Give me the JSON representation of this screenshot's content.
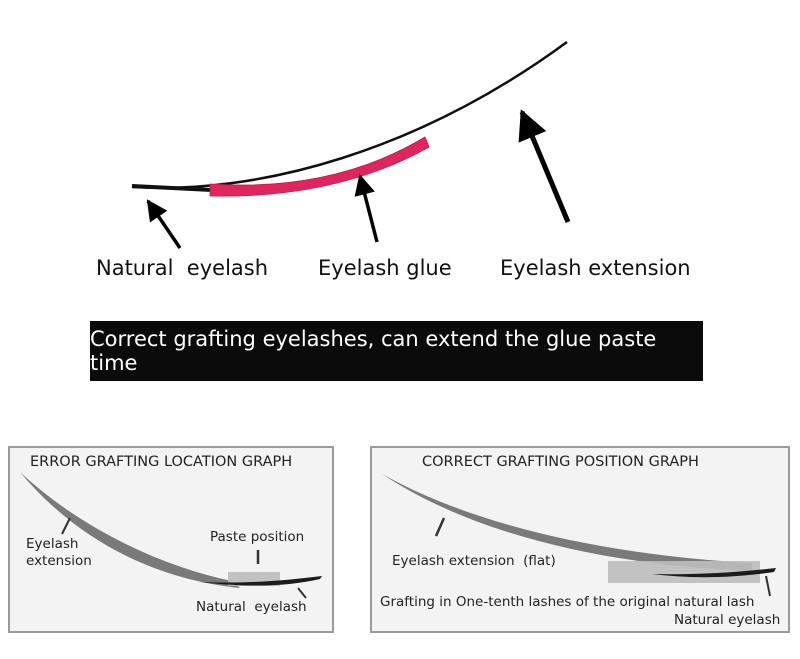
{
  "top": {
    "labels": {
      "natural_eyelash": "Natural  eyelash",
      "eyelash_glue": "Eyelash glue",
      "eyelash_extension": "Eyelash extension"
    },
    "glue_color": "#e0245e"
  },
  "banner": {
    "text": "Correct grafting eyelashes, can extend the glue paste time"
  },
  "error_panel": {
    "title": "ERROR GRAFTING LOCATION GRAPH",
    "eyelash_extension_label": "Eyelash\nextension",
    "paste_position_label": "Paste position",
    "natural_eyelash_label": "Natural  eyelash"
  },
  "correct_panel": {
    "title": "CORRECT GRAFTING POSITION GRAPH",
    "eyelash_extension_label": "Eyelash extension  (flat)",
    "grafting_note": "Grafting in One-tenth lashes of the original natural lash",
    "natural_eyelash_label": "Natural eyelash"
  }
}
